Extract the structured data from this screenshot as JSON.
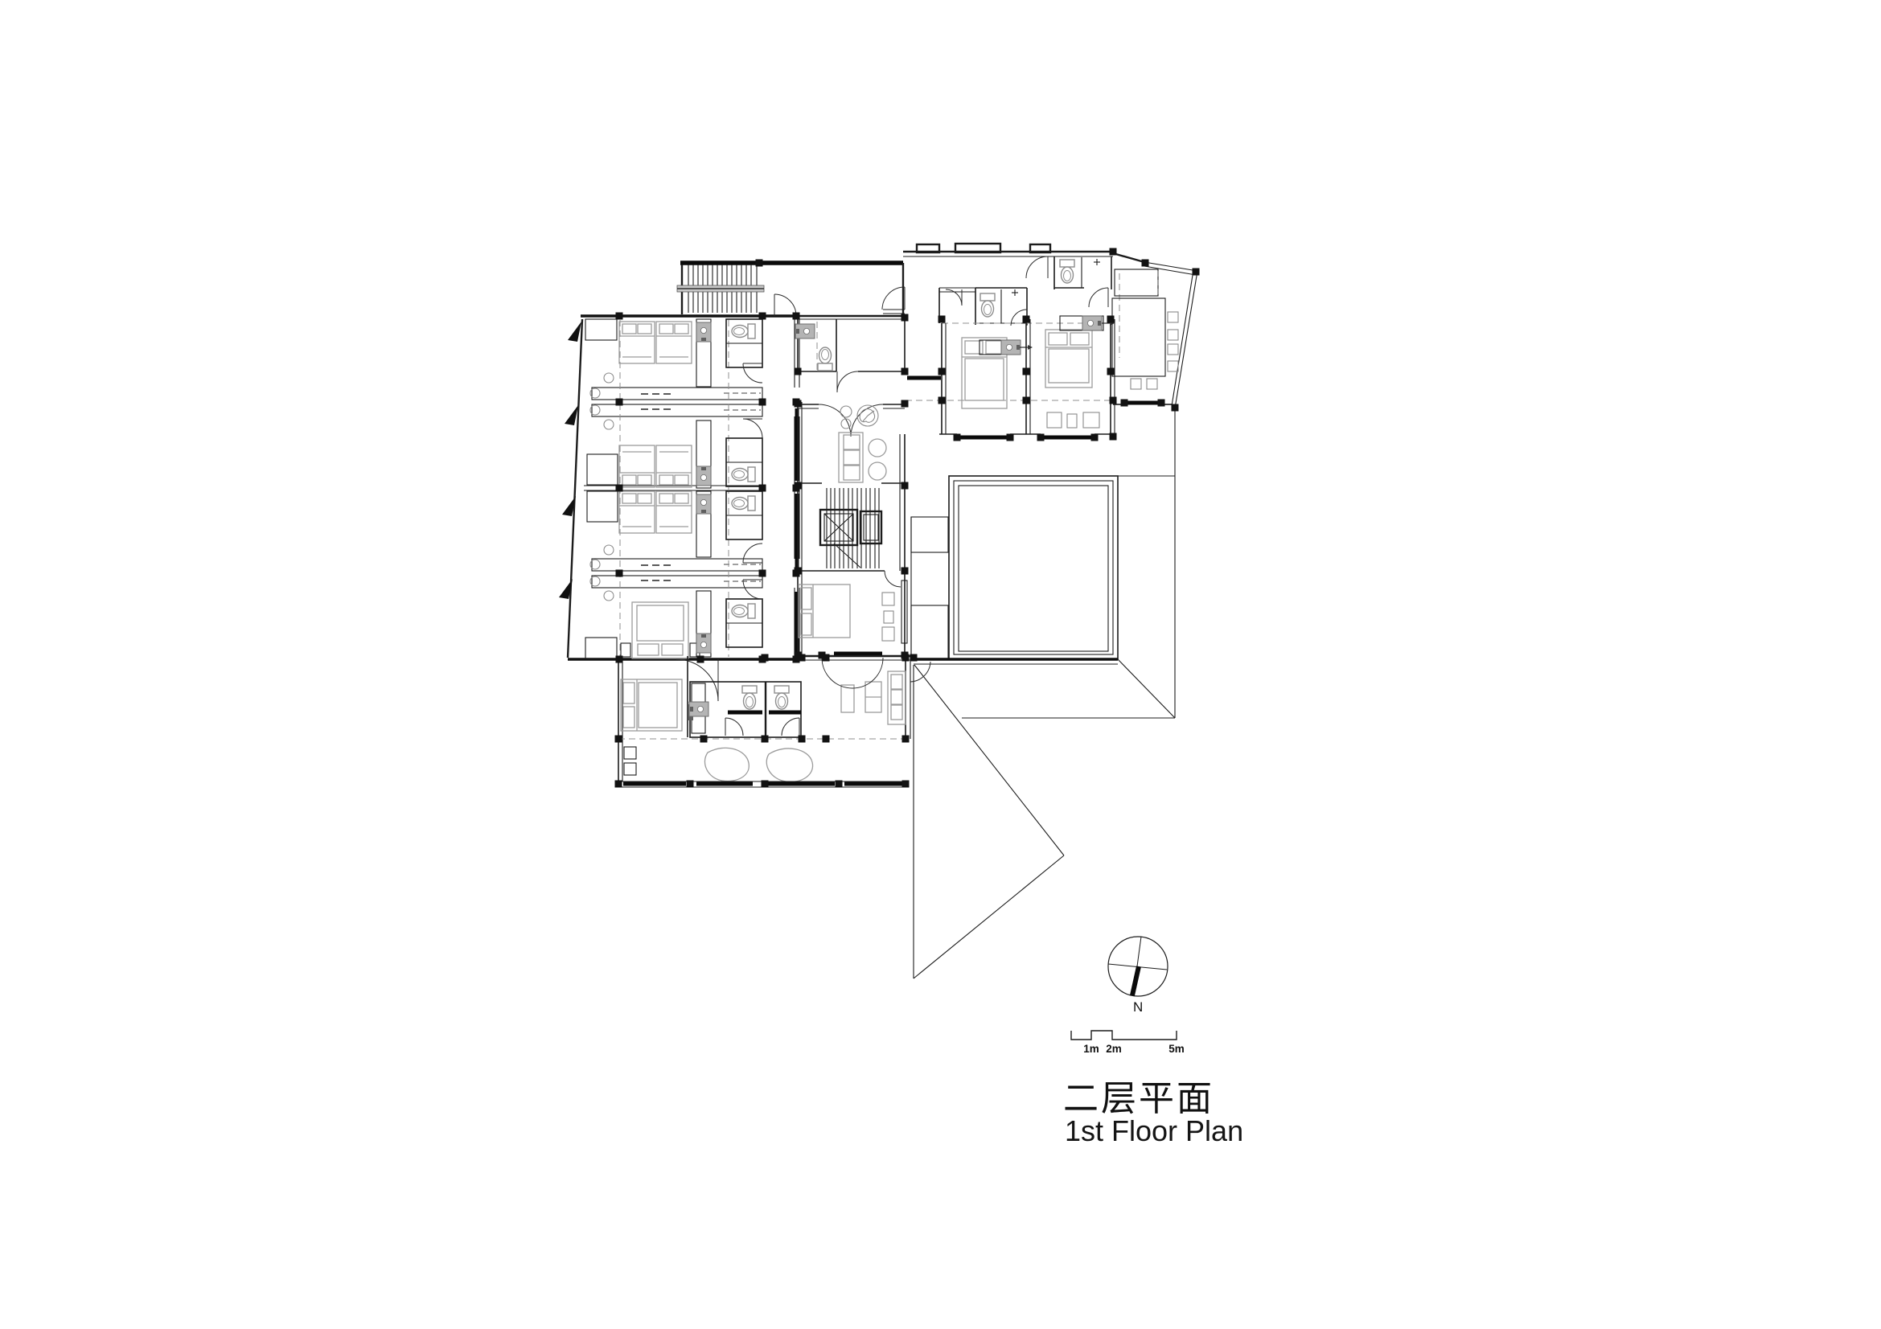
{
  "titles": {
    "zh": "二层平面",
    "en": "1st Floor Plan"
  },
  "compass": {
    "label": "N"
  },
  "scale_bar": {
    "labels": [
      "1m",
      "2m",
      "5m"
    ]
  },
  "colors": {
    "wall": "#1c1c1c",
    "furniture": "#9b9b9b",
    "background": "#ffffff"
  }
}
